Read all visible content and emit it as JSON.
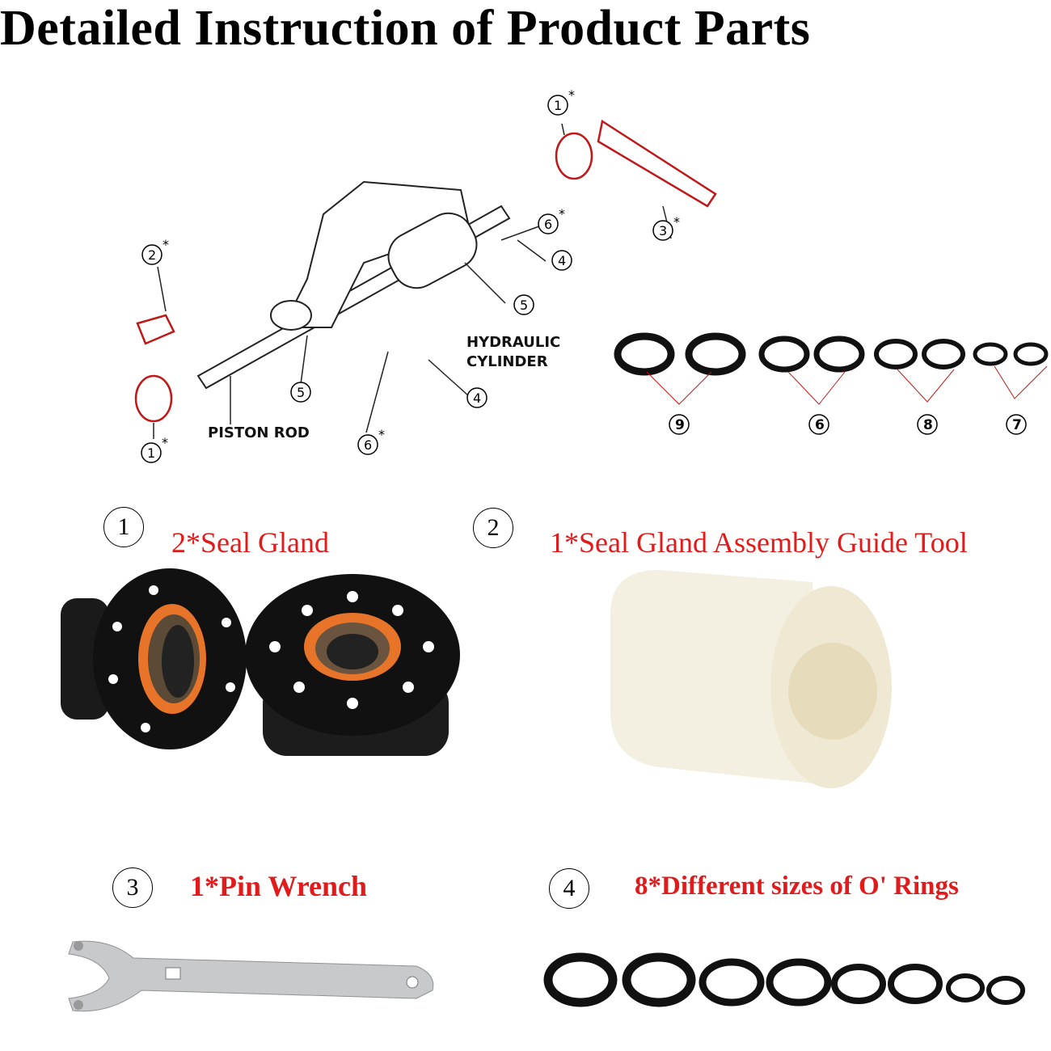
{
  "title": "Detailed Instruction of Product Parts",
  "diagram": {
    "hydraulic_label_1": "HYDRAULIC",
    "hydraulic_label_2": "CYLINDER",
    "piston_rod_label": "PISTON ROD",
    "callouts": [
      "1",
      "2",
      "3",
      "4",
      "5",
      "6",
      "7",
      "8",
      "9"
    ],
    "star": "*",
    "oring_labels": [
      "9",
      "6",
      "8",
      "7"
    ]
  },
  "parts": [
    {
      "number": "1",
      "caption": "2*Seal Gland"
    },
    {
      "number": "2",
      "caption": "1*Seal Gland Assembly Guide Tool"
    },
    {
      "number": "3",
      "caption": "1*Pin Wrench"
    },
    {
      "number": "4",
      "caption": "8*Different sizes of O' Rings"
    }
  ],
  "colors": {
    "caption": "#e11b1b",
    "seal_orange": "#e8742a",
    "metal_black": "#111111",
    "nylon": "#f3f0e2",
    "wrench": "#c7c9cb"
  }
}
